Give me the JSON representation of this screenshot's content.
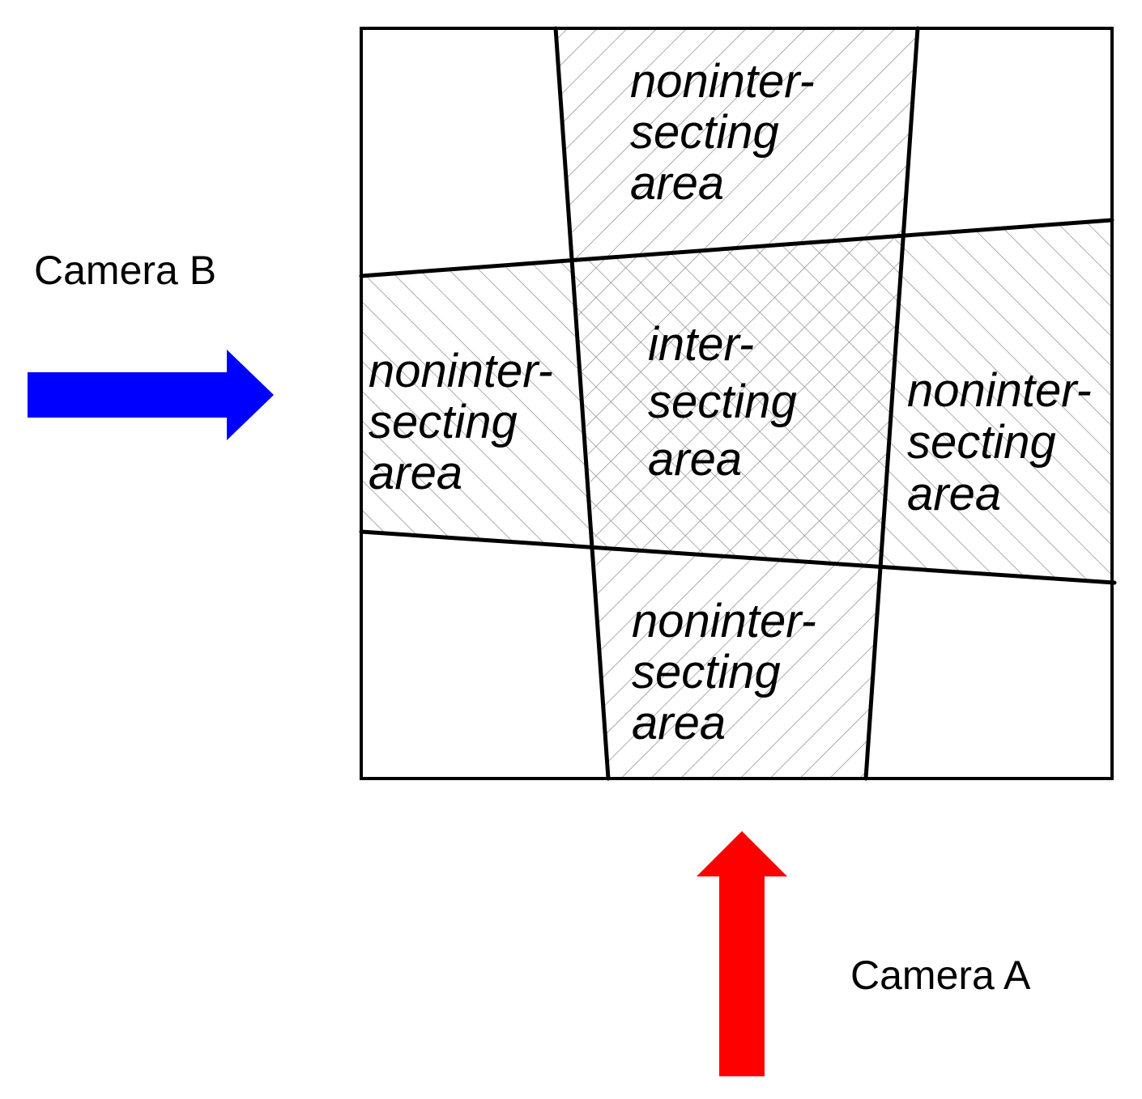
{
  "cameras": {
    "b": {
      "label": "Camera B",
      "color": "#0000ff"
    },
    "a": {
      "label": "Camera A",
      "color": "#ff0000"
    }
  },
  "regions": {
    "top": {
      "lines": [
        "noninter-",
        "secting",
        "area"
      ]
    },
    "left": {
      "lines": [
        "noninter-",
        "secting",
        "area"
      ]
    },
    "center": {
      "lines": [
        "inter-",
        "secting",
        "area"
      ]
    },
    "right": {
      "lines": [
        "noninter-",
        "secting",
        "area"
      ]
    },
    "bottom": {
      "lines": [
        "noninter-",
        "secting",
        "area"
      ]
    }
  },
  "colors": {
    "outline": "#000000",
    "hatch": "#8a8a8a"
  }
}
